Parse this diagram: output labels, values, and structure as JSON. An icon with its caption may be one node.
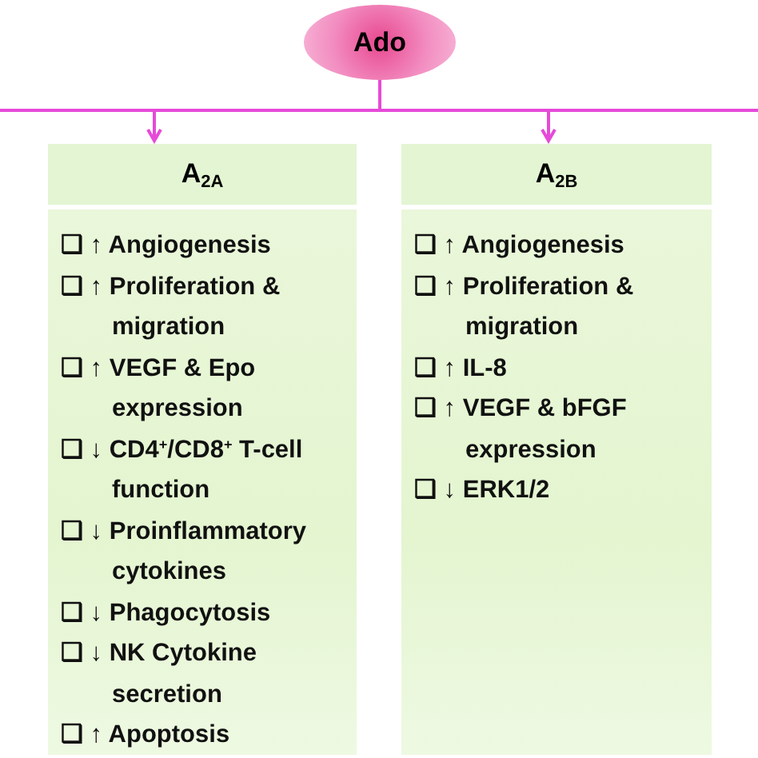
{
  "diagram": {
    "nodes": [
      {
        "text": [
          "Ado"
        ]
      },
      {
        "text": [
          "A$_{2A}$"
        ]
      },
      {
        "text": [
          "A$_{2B}$"
        ]
      },
      {
        "text": [
          "❑ ↑ Angiogenesis",
          "❑ ↑ Proliferation & migration",
          "❑ ↑ VEGF & Epo expression",
          "❑ ↓ CD4$^{+}$/CD8$^{+}$ T-cell function",
          "❑ ↓ Proinflammatory cytokines",
          "❑ ↓ Phagocytosis",
          "❑ ↓ NK Cytokine secretion",
          "❑ ↑ Apoptosis"
        ]
      },
      {
        "text": [
          "❑ ↑ Angiogenesis",
          "❑ ↑ Proliferation & migration",
          "❑ ↑ IL-8",
          "❑ ↑ VEGF & bFGF expression",
          "❑ ↓ ERK1/2"
        ]
      }
    ],
    "edges": [
      {
        "from": 0,
        "to": 1,
        "arrow": "to",
        "color": "#e64ad8"
      },
      {
        "from": 0,
        "to": 2,
        "arrow": "to",
        "color": "#e64ad8"
      }
    ]
  }
}
